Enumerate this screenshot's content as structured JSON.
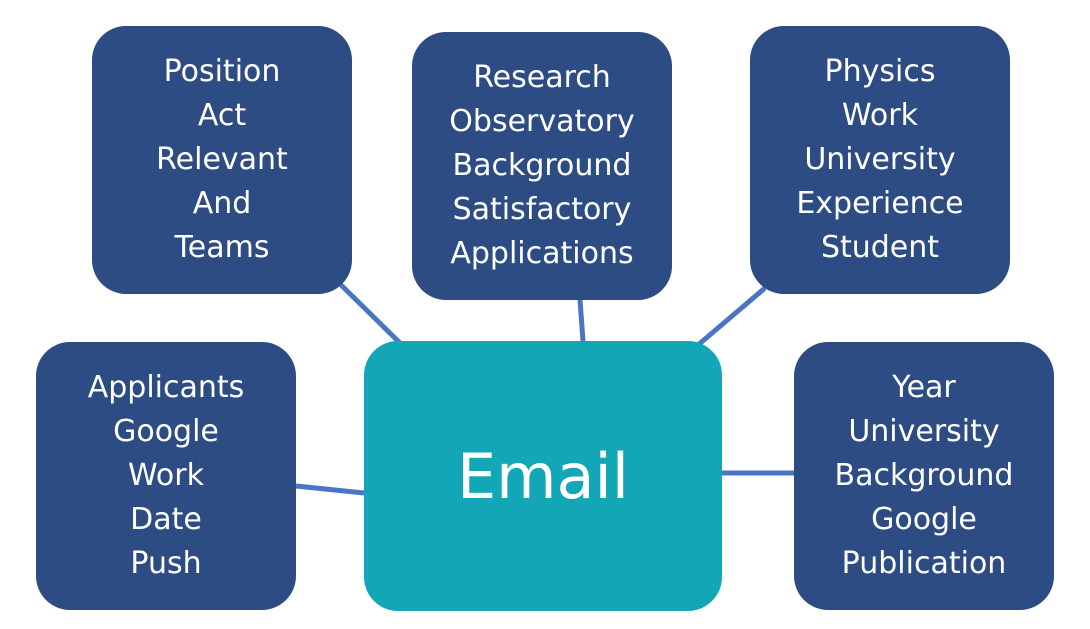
{
  "diagram": {
    "center": {
      "label": "Email",
      "color": "#12a6b6"
    },
    "node_color": "#2e4c84",
    "connector_color": "#4a74c4",
    "nodes": [
      {
        "lines": [
          "Position",
          "Act",
          "Relevant",
          "And",
          "Teams"
        ]
      },
      {
        "lines": [
          "Research",
          "Observatory",
          "Background",
          "Satisfactory",
          "Applications"
        ]
      },
      {
        "lines": [
          "Physics",
          "Work",
          "University",
          "Experience",
          "Student"
        ]
      },
      {
        "lines": [
          "Applicants",
          "Google",
          "Work",
          "Date",
          "Push"
        ]
      },
      {
        "lines": [
          "Year",
          "University",
          "Background",
          "Google",
          "Publication"
        ]
      }
    ]
  }
}
